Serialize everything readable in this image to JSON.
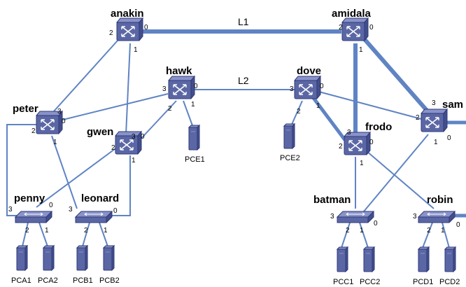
{
  "colors": {
    "link": "#5f84c4",
    "device_fill": "#5b67a5",
    "device_top": "#8a93c8",
    "device_stroke": "#2f3978",
    "host_fill": "#5b67a5"
  },
  "link_labels": {
    "l1": "L1",
    "l2": "L2"
  },
  "routers": {
    "anakin": {
      "name": "anakin",
      "ports": {
        "p0": "0",
        "p1": "1",
        "p2": "2"
      }
    },
    "amidala": {
      "name": "amidala",
      "ports": {
        "p0": "0",
        "p1": "1",
        "p2": "2"
      }
    },
    "hawk": {
      "name": "hawk",
      "ports": {
        "p0": "0",
        "p1": "1",
        "p2": "2",
        "p3": "3"
      }
    },
    "dove": {
      "name": "dove",
      "ports": {
        "p0": "0",
        "p1": "1",
        "p2": "2",
        "p3": "3"
      }
    },
    "peter": {
      "name": "peter",
      "ports": {
        "p0": "0",
        "p1": "1",
        "p2": "2",
        "p3": "3"
      }
    },
    "gwen": {
      "name": "gwen",
      "ports": {
        "p0": "0",
        "p1": "1",
        "p2": "2",
        "p3": "3"
      }
    },
    "frodo": {
      "name": "frodo",
      "ports": {
        "p0": "0",
        "p1": "1",
        "p2": "2",
        "p3": "3"
      }
    },
    "sam": {
      "name": "sam",
      "ports": {
        "p0": "0",
        "p1": "1",
        "p2": "2",
        "p3": "3"
      }
    }
  },
  "switches": {
    "penny": {
      "name": "penny",
      "ports": {
        "p0": "0",
        "p1": "1",
        "p2": "2",
        "p3": "3"
      }
    },
    "leonard": {
      "name": "leonard",
      "ports": {
        "p0": "0",
        "p1": "1",
        "p2": "2",
        "p3": "3"
      }
    },
    "batman": {
      "name": "batman",
      "ports": {
        "p0": "0",
        "p1": "1",
        "p2": "2",
        "p3": "3"
      }
    },
    "robin": {
      "name": "robin",
      "ports": {
        "p0": "0",
        "p1": "1",
        "p2": "2",
        "p3": "3"
      }
    }
  },
  "hosts": {
    "pce1": "PCE1",
    "pce2": "PCE2",
    "pca1": "PCA1",
    "pca2": "PCA2",
    "pcb1": "PCB1",
    "pcb2": "PCB2",
    "pcc1": "PCC1",
    "pcc2": "PCC2",
    "pcd1": "PCD1",
    "pcd2": "PCD2"
  }
}
